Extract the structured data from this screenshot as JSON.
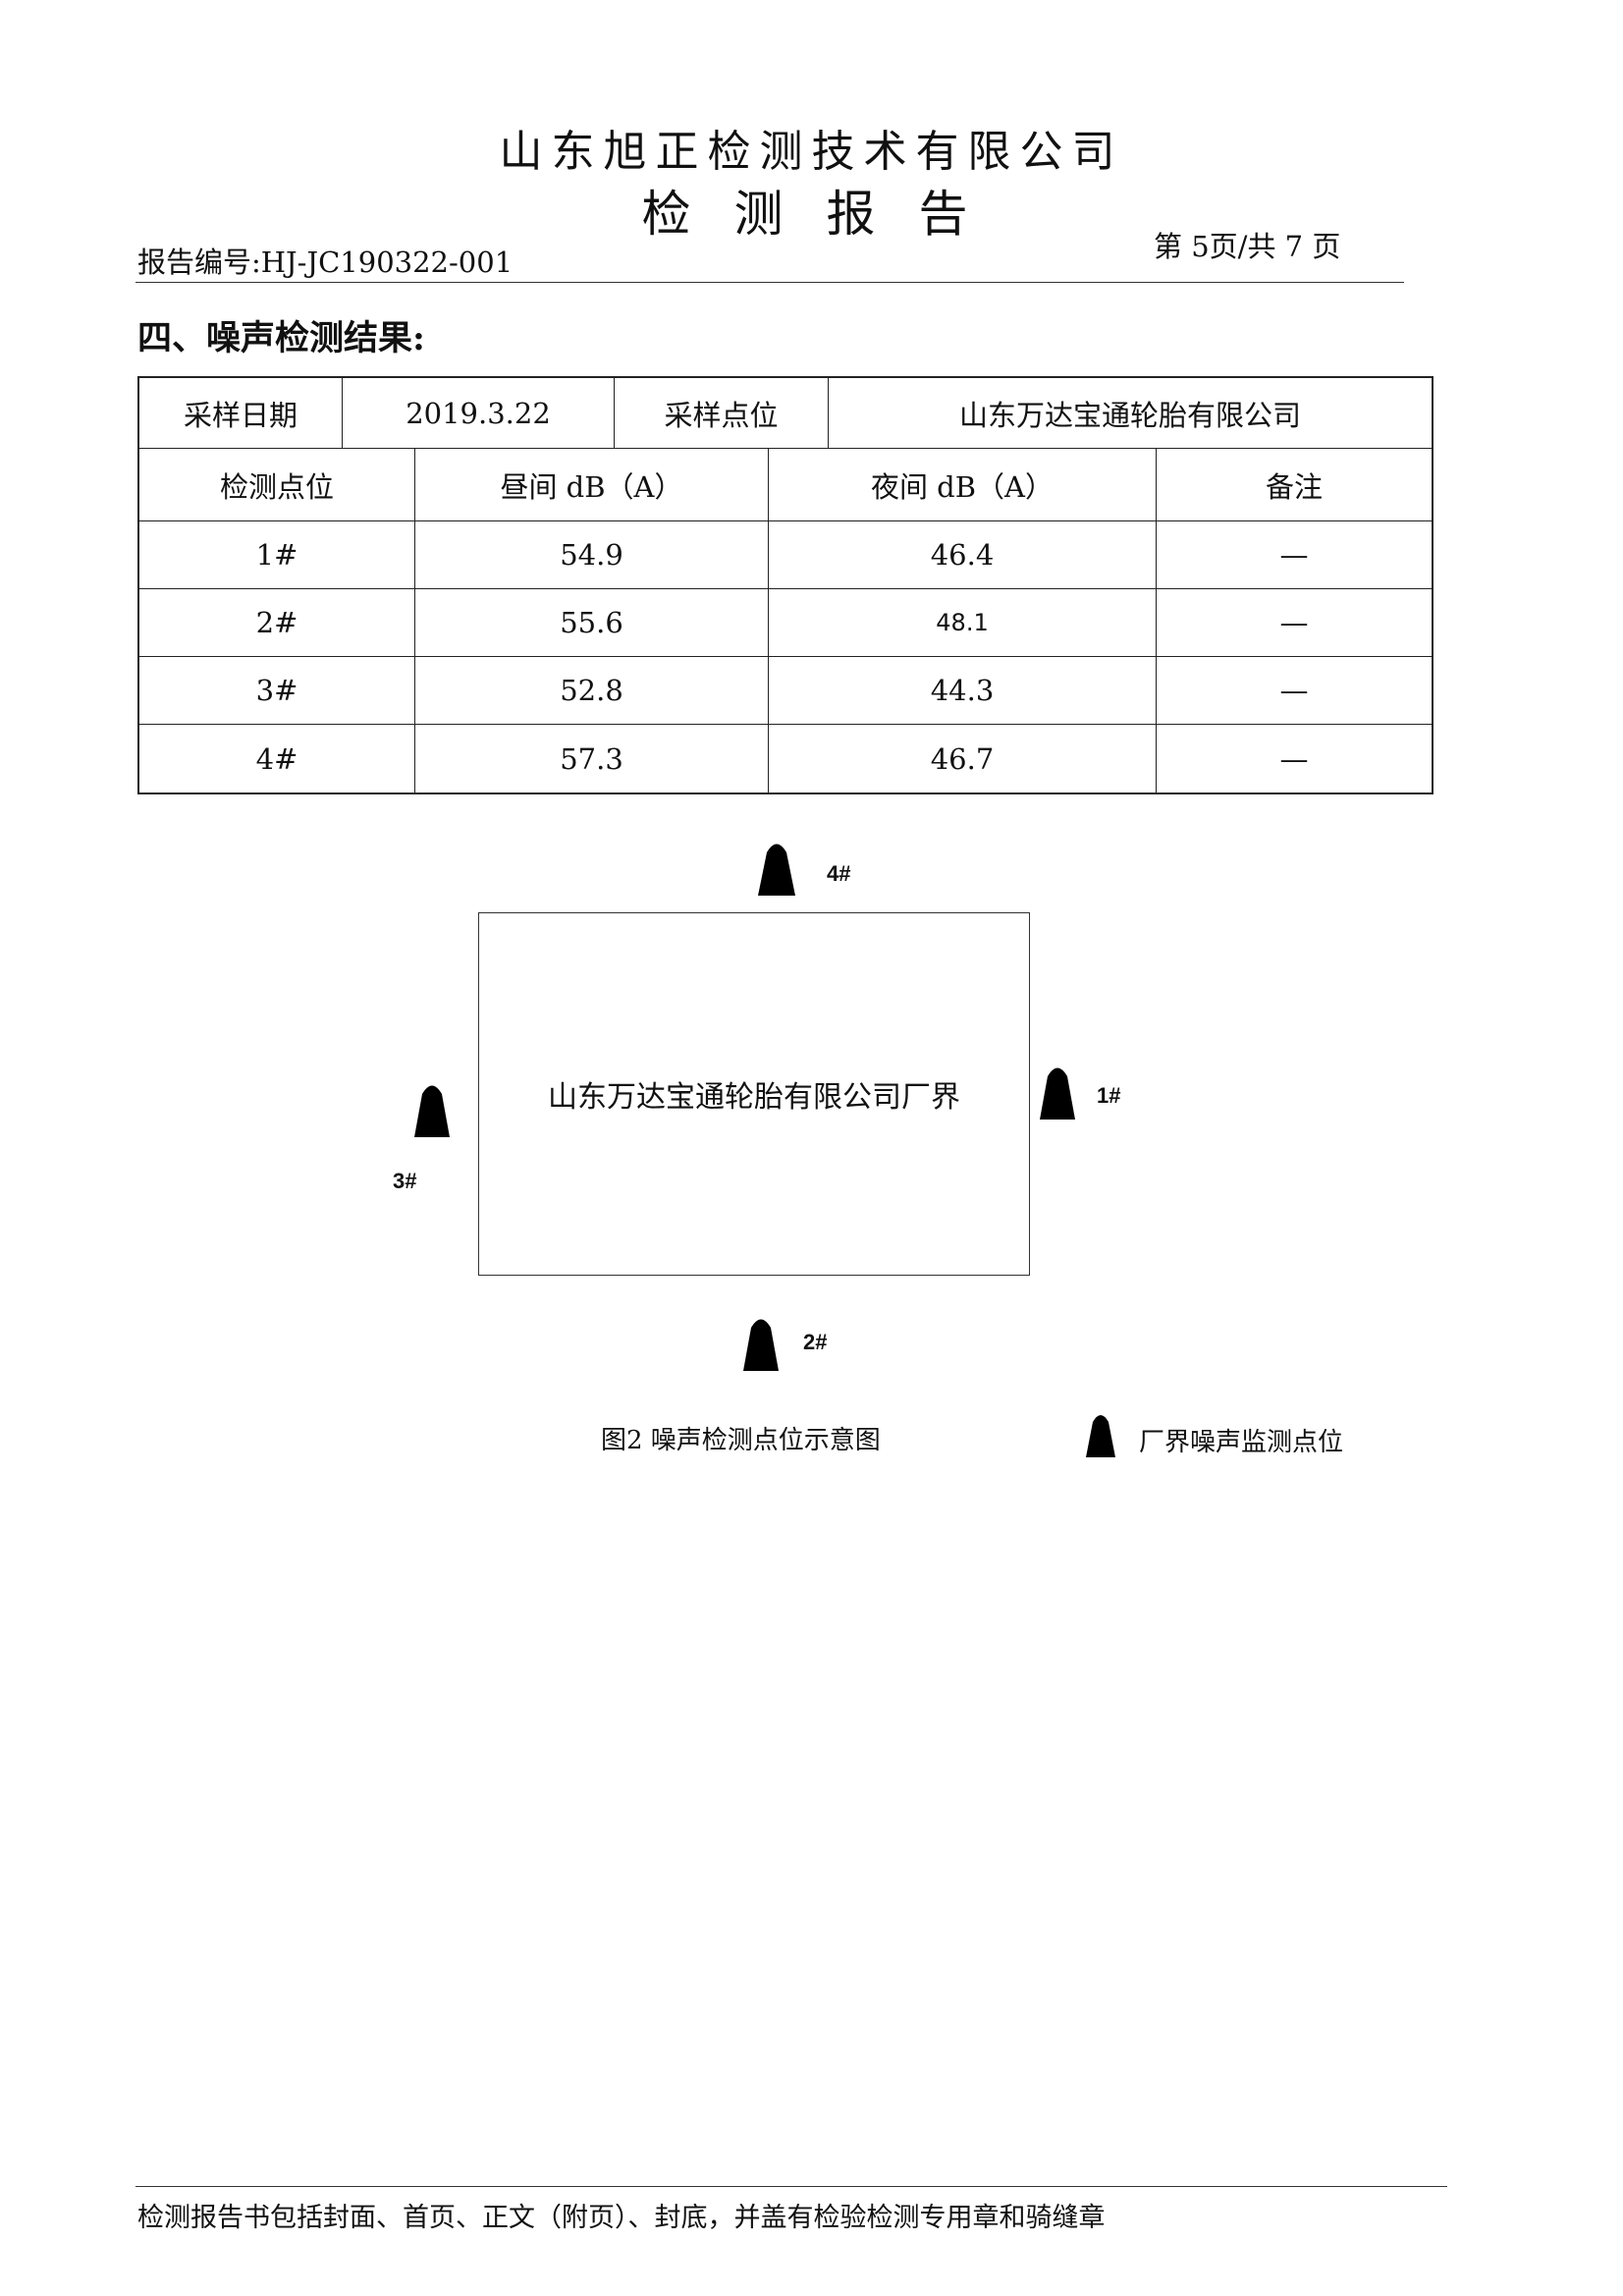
{
  "header": {
    "company": "山东旭正检测技术有限公司",
    "report_title": "检测报告",
    "report_no": "报告编号:HJ-JC190322-001",
    "page": "第 5页/共 7 页"
  },
  "section_title": "四、噪声检测结果:",
  "table": {
    "date_label": "采样日期",
    "date_value": "2019.3.22",
    "site_label": "采样点位",
    "site_value": "山东万达宝通轮胎有限公司",
    "columns": [
      "检测点位",
      "昼间 dB（A）",
      "夜间 dB（A）",
      "备注"
    ],
    "rows": [
      [
        "1#",
        "54.9",
        "46.4",
        "—"
      ],
      [
        "2#",
        "55.6",
        "48.1",
        "—"
      ],
      [
        "3#",
        "52.8",
        "44.3",
        "—"
      ],
      [
        "4#",
        "57.3",
        "46.7",
        "—"
      ]
    ]
  },
  "diagram": {
    "plant_label": "山东万达宝通轮胎有限公司厂界",
    "points": [
      "1#",
      "2#",
      "3#",
      "4#"
    ],
    "point_icon": "cone-marker-icon",
    "caption": "图2 噪声检测点位示意图",
    "legend_label": "厂界噪声监测点位"
  },
  "footer": "检测报告书包括封面、首页、正文（附页）、封底，并盖有检验检测专用章和骑缝章"
}
